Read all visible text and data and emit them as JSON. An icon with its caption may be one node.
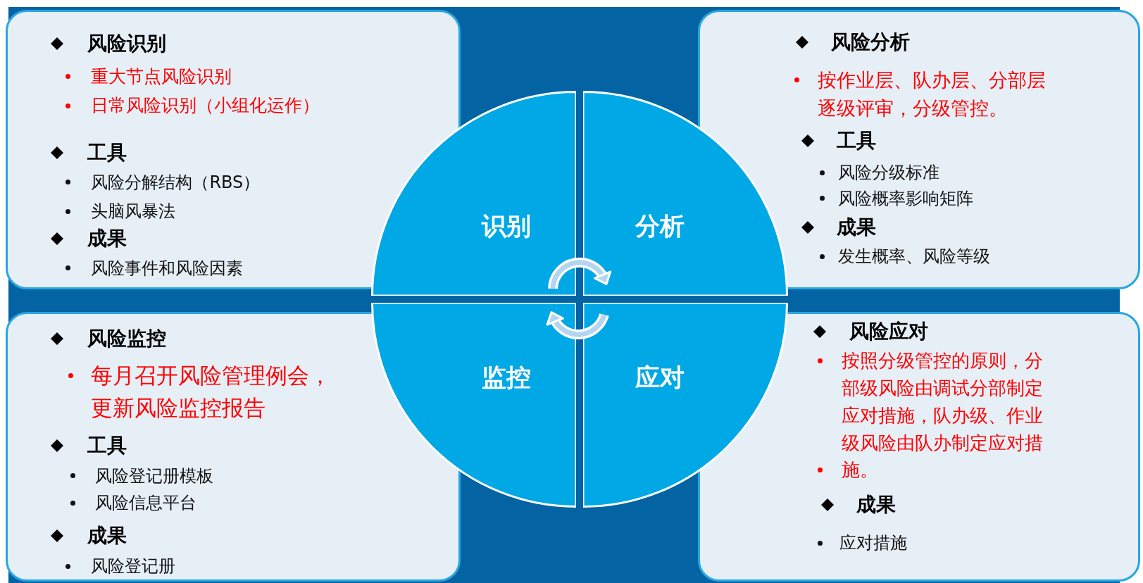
{
  "diagram": {
    "nodes": [
      {
        "text": [
          "风险识别",
          "重大节点风险识别",
          "日常风险识别（小组化运作）",
          "工具",
          "风险分解结构（RBS）",
          "头脑风暴法",
          "成果",
          "风险事件和风险因素"
        ]
      },
      {
        "text": [
          "风险分析",
          "按作业层、队办层、分部层逐级评审，分级管控。",
          "工具",
          "风险分级标准",
          "风险概率影响矩阵",
          "成果",
          "发生概率、风险等级"
        ]
      },
      {
        "text": [
          "识别"
        ]
      },
      {
        "text": [
          "分析"
        ]
      },
      {
        "text": [
          "监控"
        ]
      },
      {
        "text": [
          "应对"
        ]
      },
      {
        "text": [
          "风险监控",
          "每月召开风险管理例会，更新风险监控报告",
          "工具",
          "风险登记册模板",
          "风险信息平台",
          "成果",
          "风险登记册"
        ]
      },
      {
        "text": [
          "风险应对",
          "按照分级管控的原则，分部级风险由调试分部制定应对措施，队办级、作业级风险由队办制定应对措",
          "施。",
          "成果",
          "应对措施"
        ]
      }
    ],
    "edges": [
      {
        "from": 2,
        "to": 3,
        "arrow": "to"
      },
      {
        "from": 5,
        "to": 4,
        "arrow": "to"
      }
    ]
  }
}
